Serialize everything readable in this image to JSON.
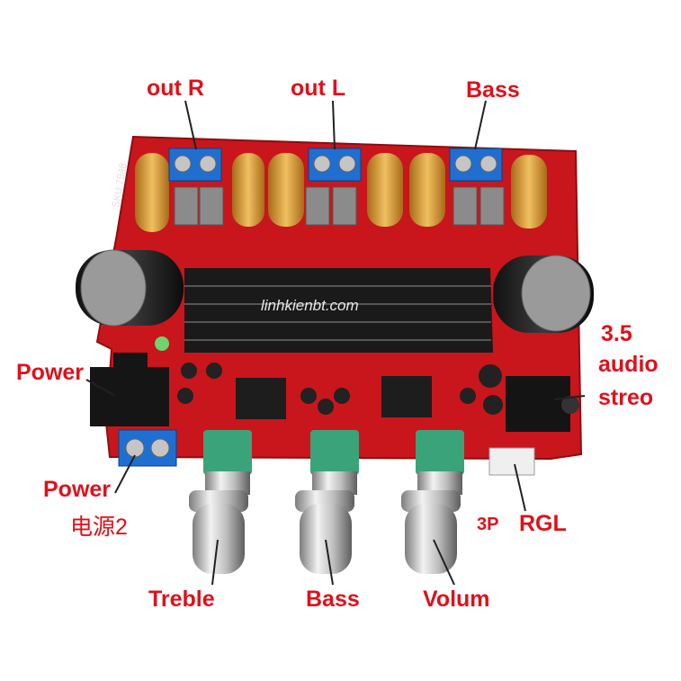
{
  "labels": {
    "out_r": "out R",
    "out_l": "out L",
    "bass_top": "Bass",
    "power_left": "Power",
    "audio_line1": "3.5",
    "audio_line2": "audio",
    "audio_line3": "streo",
    "power2_line1": "Power",
    "power2_line2": "电源2",
    "p3": "3P",
    "rgl": "RGL",
    "treble": "Treble",
    "bass_bottom": "Bass",
    "volum": "Volum"
  },
  "board": {
    "watermark": "linhkienbt.com",
    "sku": "SKU:7948"
  },
  "colors": {
    "label": "#e0101a",
    "pcb": "#c8161c",
    "heatsink": "#1a1a1a",
    "coil": "#d59b35",
    "terminal": "#1e6fd0",
    "knob_cap": "#3aa37a",
    "knob_metal": "#c9c9c9"
  }
}
